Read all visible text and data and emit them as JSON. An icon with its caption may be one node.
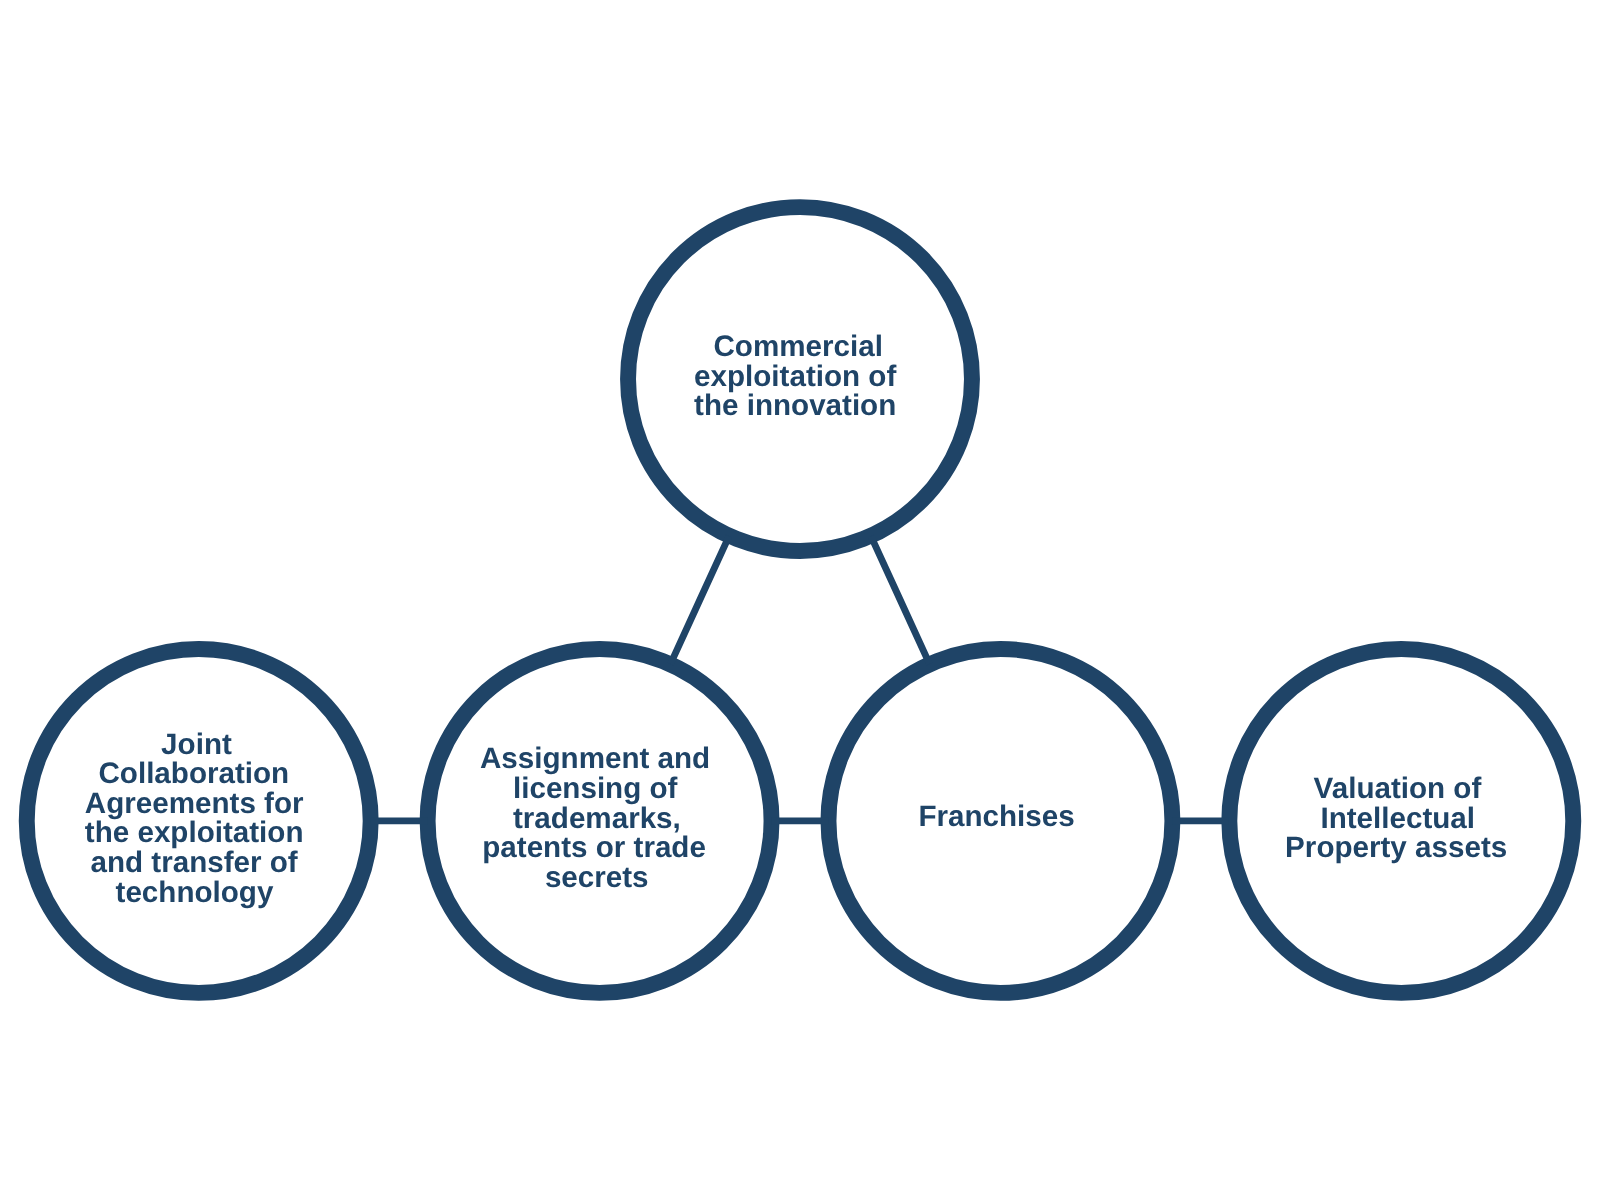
{
  "diagram": {
    "nodes": [
      {
        "text": [
          "Commercial exploitation of the innovation"
        ]
      },
      {
        "text": [
          "Joint Collaboration Agreements for the exploitation and transfer of technology"
        ]
      },
      {
        "text": [
          "Assignment and licensing of trademarks, patents or trade secrets"
        ]
      },
      {
        "text": [
          "Franchises"
        ]
      },
      {
        "text": [
          "Valuation of Intellectual Property assets"
        ]
      }
    ],
    "edges": [
      {
        "from": 1,
        "to": 2,
        "arrow": "none"
      },
      {
        "from": 2,
        "to": 3,
        "arrow": "none"
      },
      {
        "from": 3,
        "to": 4,
        "arrow": "none"
      },
      {
        "from": 0,
        "to": 2,
        "arrow": "none"
      },
      {
        "from": 0,
        "to": 3,
        "arrow": "none"
      }
    ]
  }
}
